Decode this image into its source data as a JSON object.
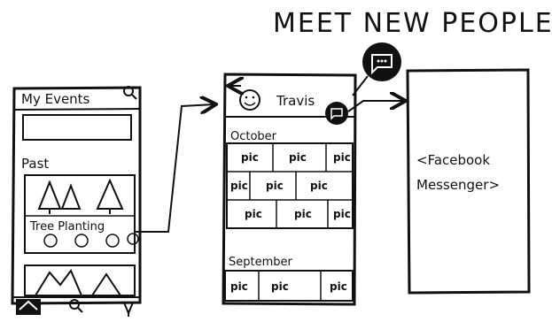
{
  "heading": "MEET NEW PEOPLE",
  "screen_events": {
    "title": "My Events",
    "section_past": "Past",
    "event_name": "Tree Planting"
  },
  "screen_profile": {
    "name": "Travis",
    "months": [
      {
        "label": "October",
        "rows": [
          [
            "pic",
            "pic",
            "pic"
          ],
          [
            "pic",
            "pic",
            "pic"
          ],
          [
            "pic",
            "pic",
            "pic"
          ]
        ]
      },
      {
        "label": "September",
        "rows": [
          [
            "pic",
            "pic",
            "pic"
          ]
        ]
      }
    ]
  },
  "screen_messenger": {
    "line1": "<Facebook",
    "line2": "Messenger>"
  },
  "icons": {
    "search": "search-icon",
    "home": "home-icon",
    "location": "location-pin-icon",
    "chat": "chat-bubble-icon",
    "smiley": "smiley-face-icon",
    "trees": "tree-icon",
    "mountains": "mountain-icon"
  }
}
